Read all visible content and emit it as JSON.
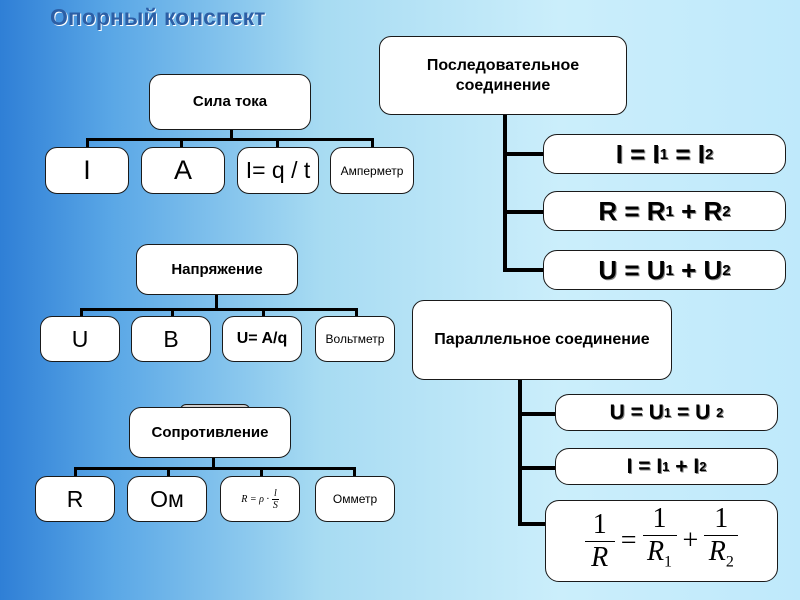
{
  "title": "Опорный конспект",
  "current": {
    "parent": "Сила тока",
    "children": [
      "I",
      "А",
      "I= q / t",
      "Амперметр"
    ]
  },
  "voltage": {
    "parent": "Напряжение",
    "children": [
      "U",
      "В",
      "U= A/q",
      "Вольтметр"
    ]
  },
  "resistance": {
    "parent": "Сопротивление",
    "children": [
      "R",
      "Ом",
      "R = ρ · l / S",
      "Омметр"
    ],
    "formula_parts": {
      "lhs": "R = ρ ·",
      "num": "l",
      "den": "S"
    }
  },
  "series": {
    "parent": "Последовательное соединение",
    "formulas": [
      {
        "a": "I = I",
        "s1": "1",
        "b": " = I",
        "s2": "2"
      },
      {
        "a": "R = R",
        "s1": "1",
        "b": " + R",
        "s2": "2"
      },
      {
        "a": "U = U",
        "s1": "1",
        "b": " + U",
        "s2": "2"
      }
    ]
  },
  "parallel": {
    "parent": "Параллельное соединение",
    "formulas": [
      {
        "a": "U = U",
        "s1": "1",
        "b": " = U ",
        "s2": "2"
      },
      {
        "a": "I = I",
        "s1": "1",
        "b": " + I",
        "s2": "2"
      }
    ],
    "reciprocal": {
      "one": "1",
      "r": "R",
      "eq": "=",
      "plus": "+",
      "r1": "R",
      "sub1": "1",
      "r2": "R",
      "sub2": "2"
    }
  }
}
